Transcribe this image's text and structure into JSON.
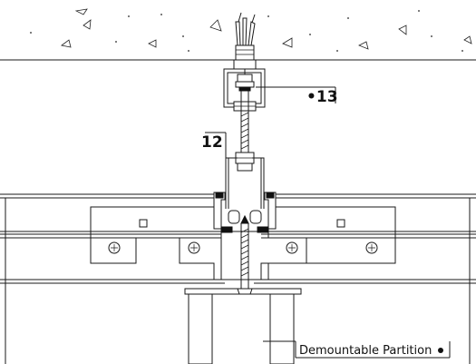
{
  "callouts": {
    "c13": "•13",
    "c12": "12",
    "partition": "Demountable Partition"
  }
}
